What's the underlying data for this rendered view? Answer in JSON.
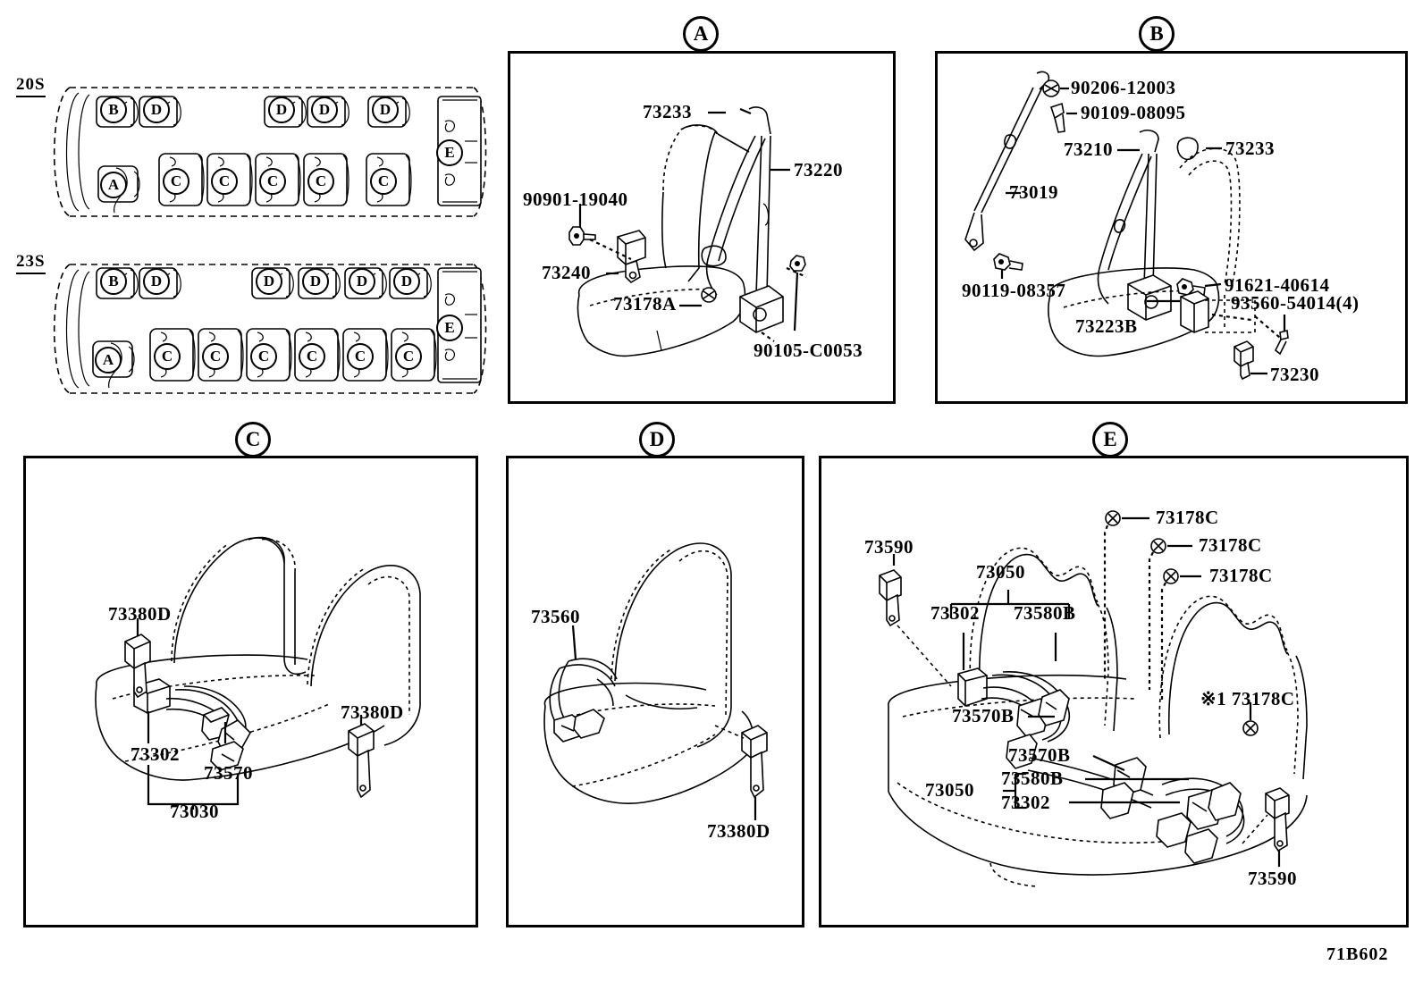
{
  "figure": {
    "code": "71B602"
  },
  "seat_layouts": [
    {
      "name": "20S",
      "tag": "20S",
      "upper_row_marks": [
        "B",
        "D",
        "D",
        "D",
        "D"
      ],
      "lower_row_marks": [
        "A",
        "C",
        "C",
        "C",
        "C",
        "C"
      ],
      "rear_mark": "E"
    },
    {
      "name": "23S",
      "tag": "23S",
      "upper_row_marks": [
        "B",
        "D",
        "D",
        "D",
        "D",
        "D"
      ],
      "lower_row_marks": [
        "A",
        "C",
        "C",
        "C",
        "C",
        "C",
        "C"
      ],
      "rear_mark": "E"
    }
  ],
  "panels": [
    {
      "id": "A",
      "badge": "A",
      "callouts": [
        {
          "part": "73233"
        },
        {
          "part": "73220"
        },
        {
          "part": "90901-19040"
        },
        {
          "part": "73240"
        },
        {
          "part": "73178A"
        },
        {
          "part": "90105-C0053"
        }
      ]
    },
    {
      "id": "B",
      "badge": "B",
      "callouts": [
        {
          "part": "90206-12003"
        },
        {
          "part": "90109-08095"
        },
        {
          "part": "73210"
        },
        {
          "part": "73233"
        },
        {
          "part": "73019"
        },
        {
          "part": "90119-08357"
        },
        {
          "part": "91621-40614"
        },
        {
          "part": "93560-54014(4)"
        },
        {
          "part": "73223B"
        },
        {
          "part": "73230"
        }
      ]
    },
    {
      "id": "C",
      "badge": "C",
      "callouts": [
        {
          "part": "73380D"
        },
        {
          "part": "73380D"
        },
        {
          "part": "73302"
        },
        {
          "part": "73570"
        },
        {
          "part": "73030"
        }
      ]
    },
    {
      "id": "D",
      "badge": "D",
      "callouts": [
        {
          "part": "73560"
        },
        {
          "part": "73380D"
        }
      ]
    },
    {
      "id": "E",
      "badge": "E",
      "callouts": [
        {
          "part": "73590"
        },
        {
          "part": "73050"
        },
        {
          "part": "73302"
        },
        {
          "part": "73580B"
        },
        {
          "part": "73178C"
        },
        {
          "part": "73178C"
        },
        {
          "part": "73178C"
        },
        {
          "part": "73570B"
        },
        {
          "part": "73570B"
        },
        {
          "part": "73580B"
        },
        {
          "part": "73050"
        },
        {
          "part": "73302"
        },
        {
          "part": "※1 73178C"
        },
        {
          "part": "73590"
        }
      ]
    }
  ]
}
